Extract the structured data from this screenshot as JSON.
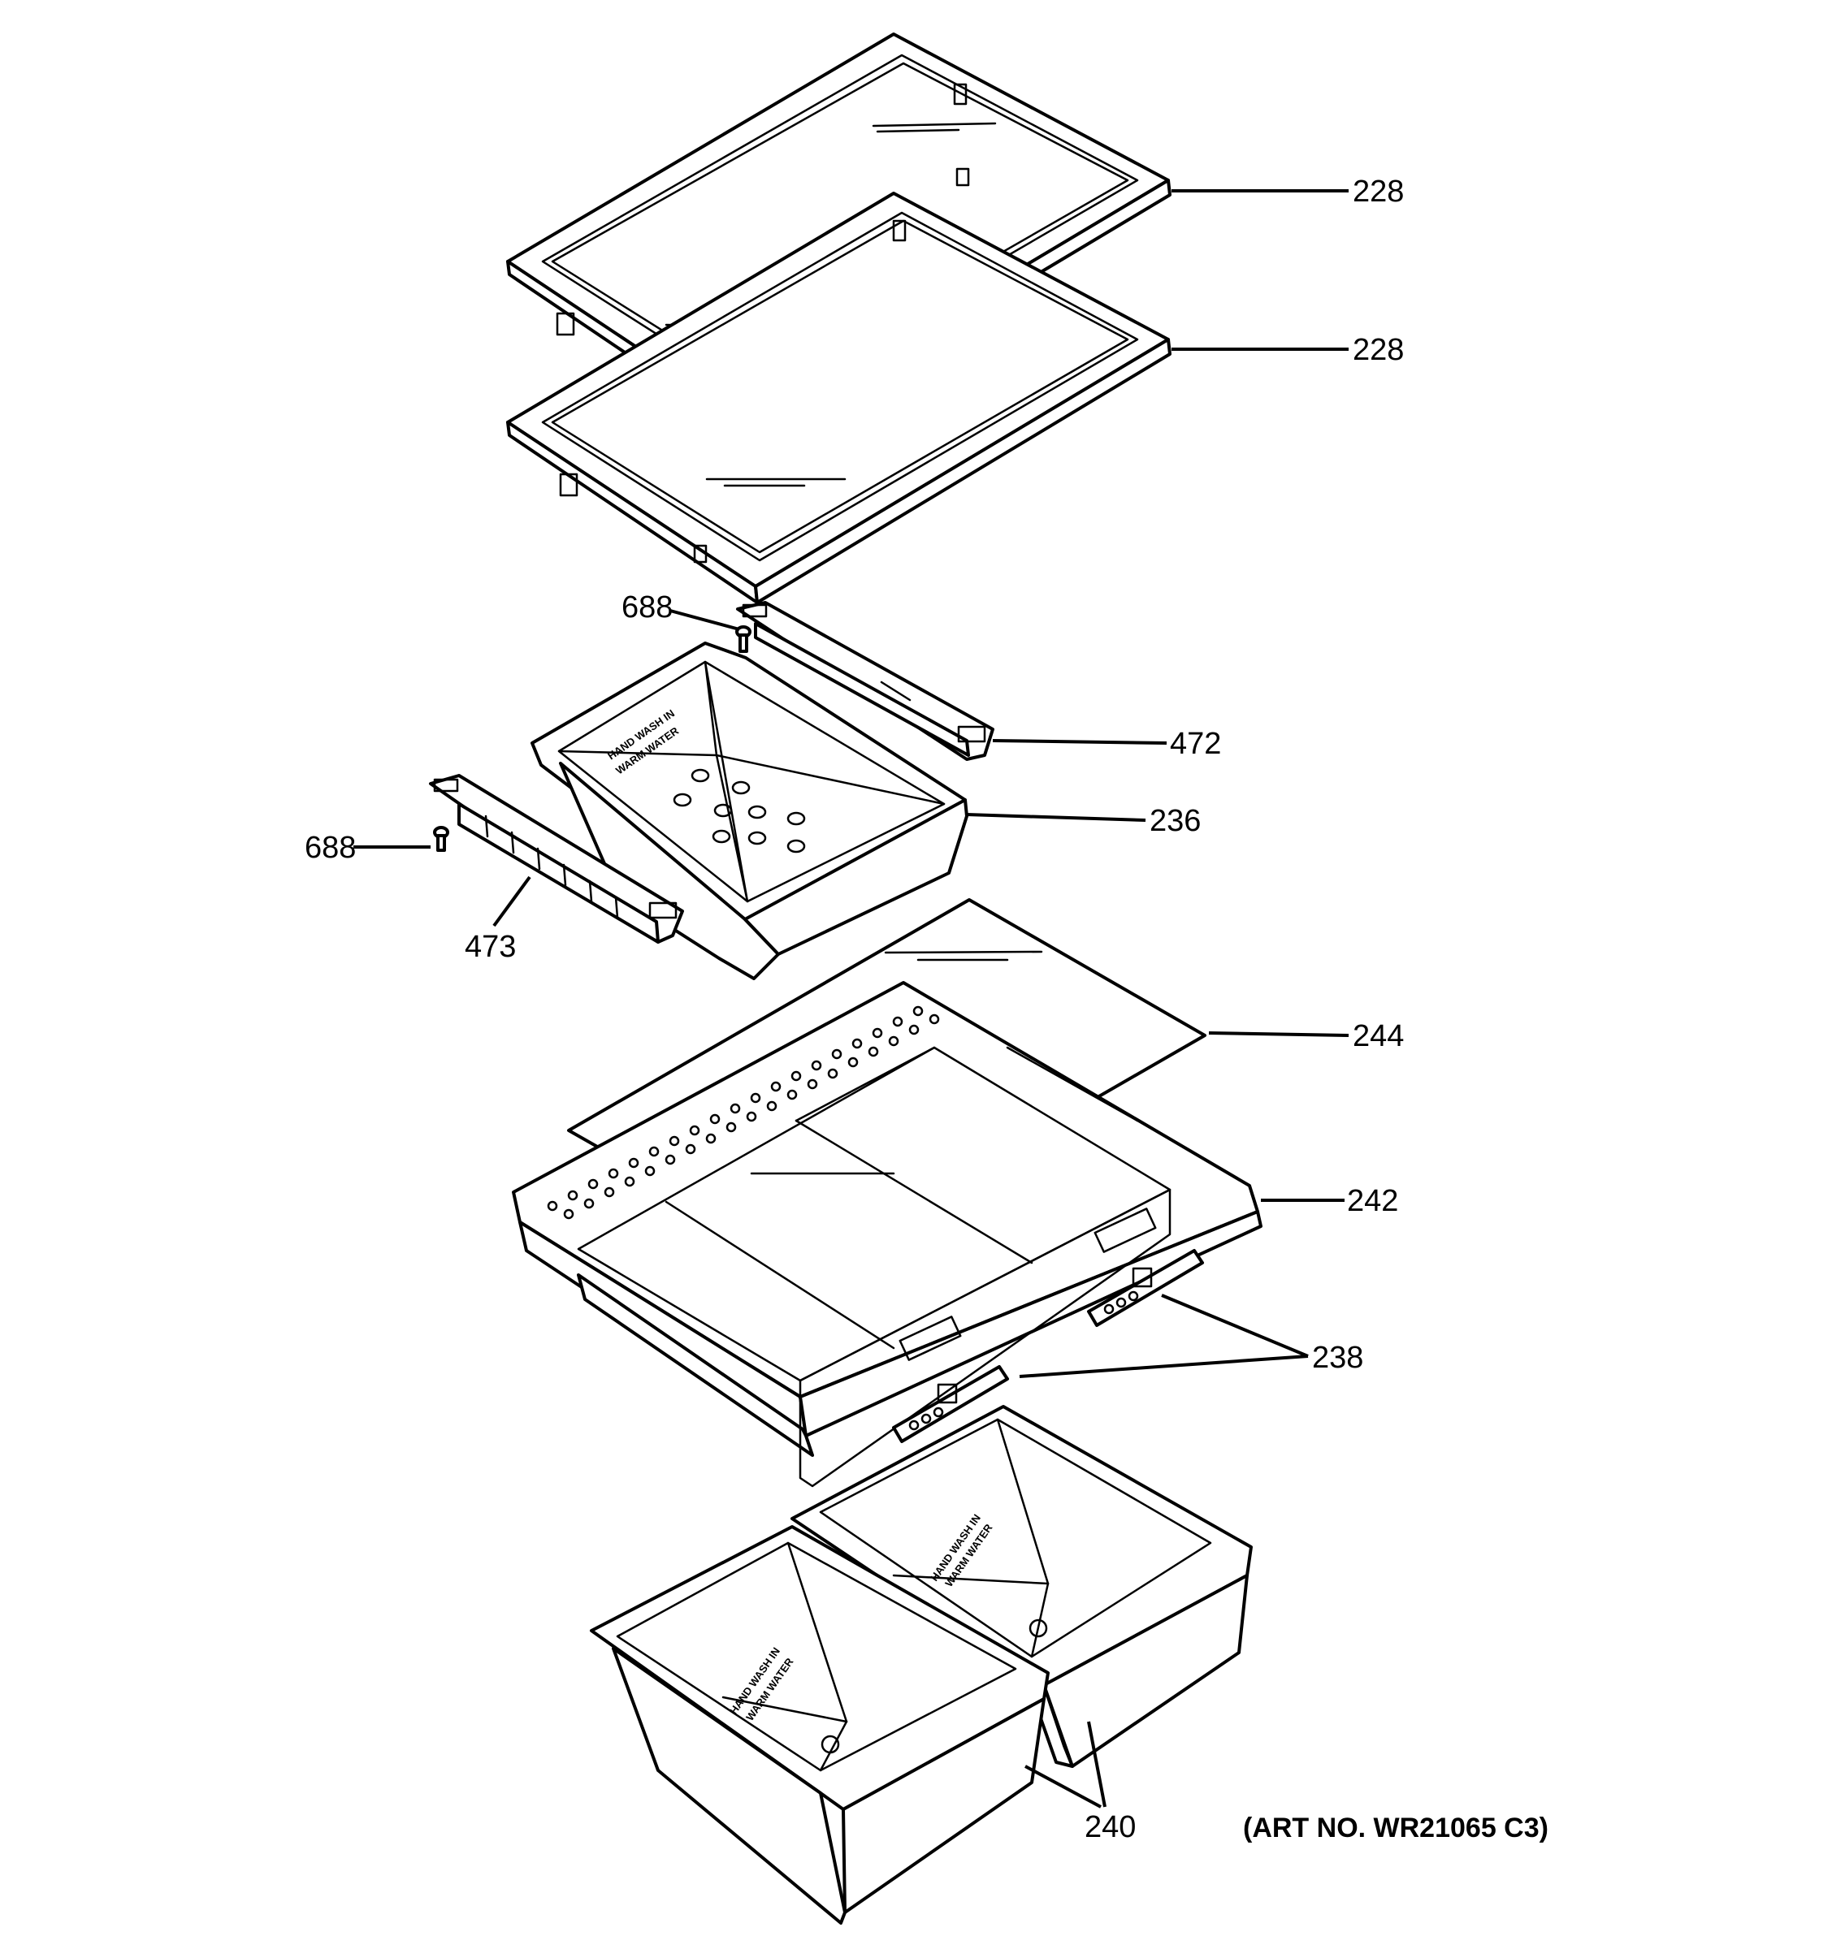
{
  "callouts": {
    "c228a": "228",
    "c228b": "228",
    "c688a": "688",
    "c472": "472",
    "c236": "236",
    "c688b": "688",
    "c473": "473",
    "c244": "244",
    "c242": "242",
    "c238": "238",
    "c240": "240"
  },
  "embossed": {
    "line1": "HAND WASH IN",
    "line2": "WARM WATER"
  },
  "art_number": "(ART NO. WR21065 C3)"
}
